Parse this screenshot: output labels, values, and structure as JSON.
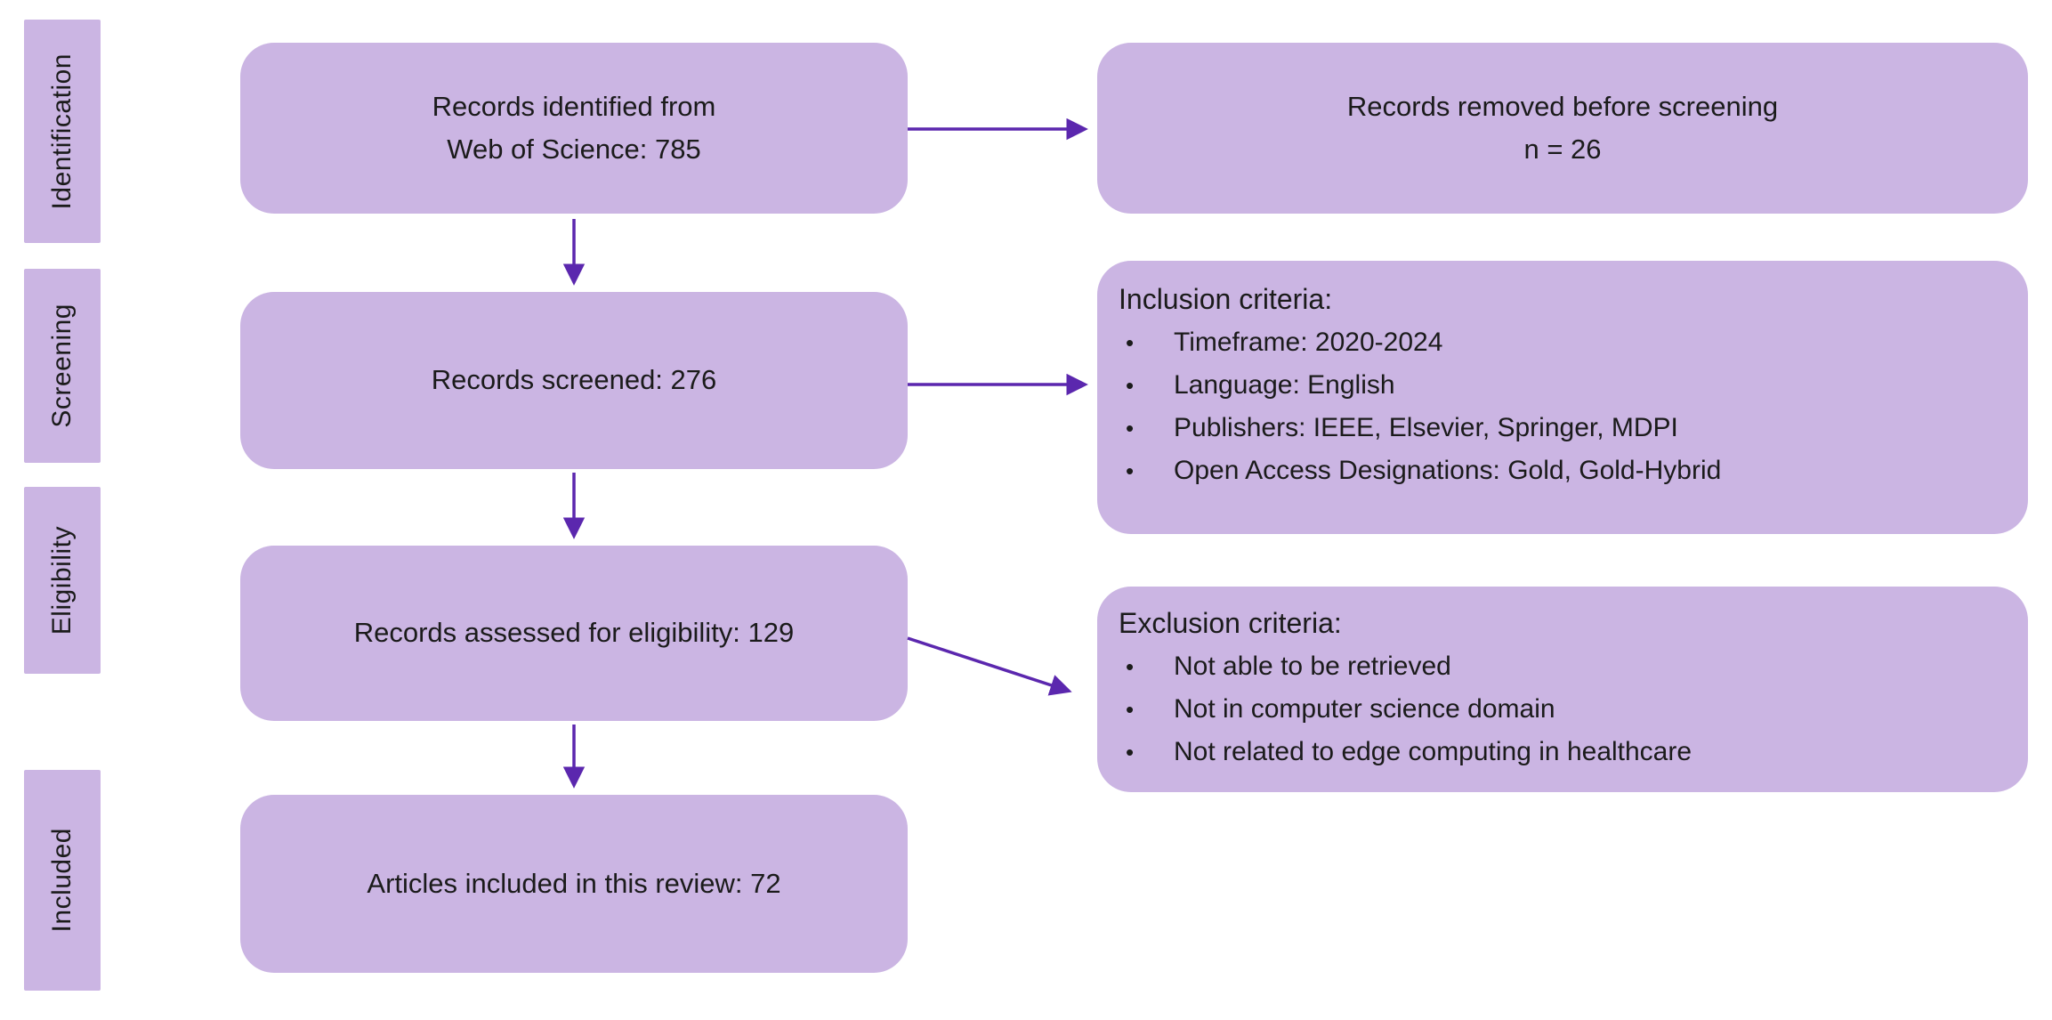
{
  "colors": {
    "background": "#ffffff",
    "box_fill": "#cbb5e3",
    "arrow": "#5b27ae",
    "text": "#1b1b1b"
  },
  "sidebar": {
    "stages": [
      {
        "label": "Identification"
      },
      {
        "label": "Screening"
      },
      {
        "label": "Eligibility"
      },
      {
        "label": "Included"
      }
    ]
  },
  "flow": {
    "bullet_char": "•",
    "main_boxes": {
      "identified": {
        "line1": "Records identified from",
        "line2": "Web of Science: 785"
      },
      "screened": {
        "label": "Records screened: 276"
      },
      "assessed": {
        "label": "Records assessed for eligibility: 129"
      },
      "included": {
        "label": "Articles included in this review: 72"
      }
    },
    "side_boxes": {
      "removed": {
        "line1": "Records removed before screening",
        "line2": "n = 26"
      },
      "inclusion": {
        "title": "Inclusion criteria:",
        "bullets": [
          "Timeframe: 2020-2024",
          "Language: English",
          "Publishers: IEEE, Elsevier, Springer, MDPI",
          "Open Access Designations: Gold, Gold-Hybrid"
        ]
      },
      "exclusion": {
        "title": "Exclusion criteria:",
        "bullets": [
          "Not able to be retrieved",
          "Not in computer science domain",
          "Not related to edge computing in healthcare"
        ]
      }
    }
  }
}
